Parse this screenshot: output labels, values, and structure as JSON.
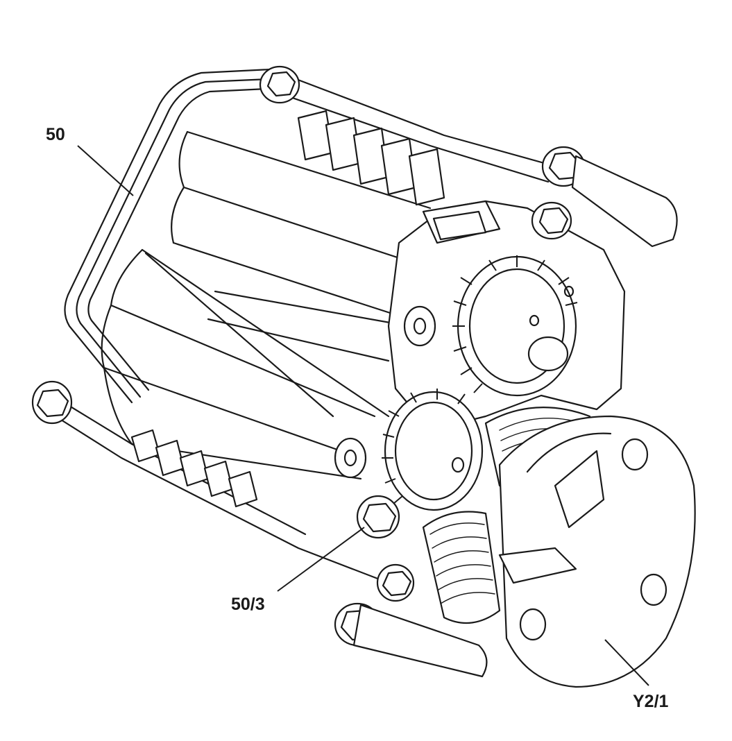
{
  "callouts": {
    "housing": "50",
    "bolt": "50/3",
    "actuator": "Y2/1"
  },
  "colors": {
    "line": "#1a1a1a",
    "background": "#ffffff"
  }
}
